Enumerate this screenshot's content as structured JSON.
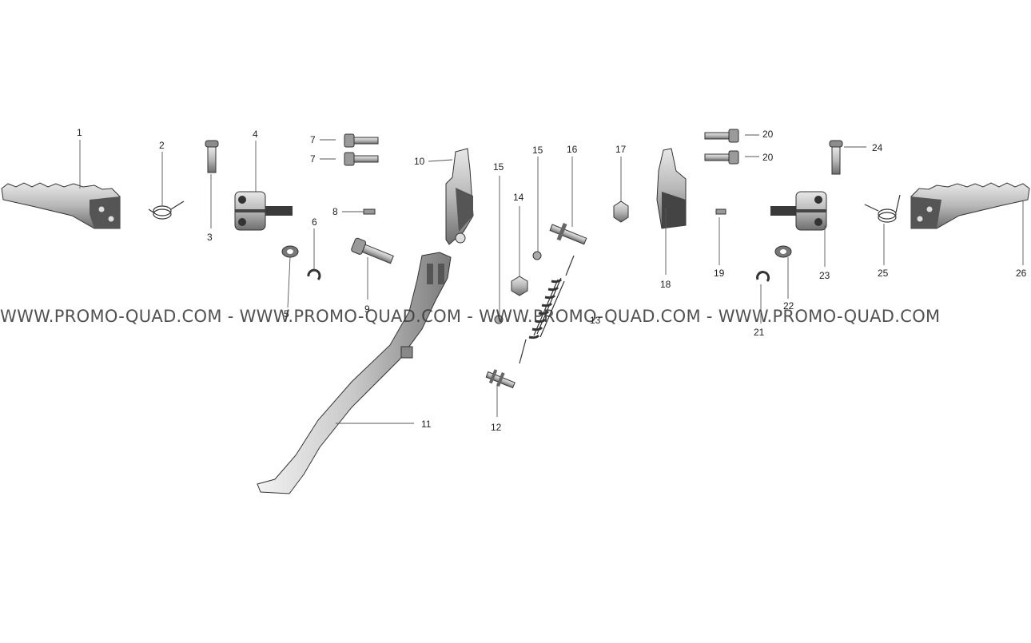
{
  "diagram": {
    "callouts": [
      {
        "id": "c1",
        "label": "1"
      },
      {
        "id": "c2",
        "label": "2"
      },
      {
        "id": "c3",
        "label": "3"
      },
      {
        "id": "c4",
        "label": "4"
      },
      {
        "id": "c5",
        "label": "5"
      },
      {
        "id": "c6",
        "label": "6"
      },
      {
        "id": "c7a",
        "label": "7"
      },
      {
        "id": "c7b",
        "label": "7"
      },
      {
        "id": "c8",
        "label": "8"
      },
      {
        "id": "c9",
        "label": "9"
      },
      {
        "id": "c10",
        "label": "10"
      },
      {
        "id": "c11",
        "label": "11"
      },
      {
        "id": "c12",
        "label": "12"
      },
      {
        "id": "c13",
        "label": "13"
      },
      {
        "id": "c14",
        "label": "14"
      },
      {
        "id": "c15a",
        "label": "15"
      },
      {
        "id": "c15b",
        "label": "15"
      },
      {
        "id": "c16",
        "label": "16"
      },
      {
        "id": "c17",
        "label": "17"
      },
      {
        "id": "c18",
        "label": "18"
      },
      {
        "id": "c19",
        "label": "19"
      },
      {
        "id": "c20a",
        "label": "20"
      },
      {
        "id": "c20b",
        "label": "20"
      },
      {
        "id": "c21",
        "label": "21"
      },
      {
        "id": "c22",
        "label": "22"
      },
      {
        "id": "c23",
        "label": "23"
      },
      {
        "id": "c24",
        "label": "24"
      },
      {
        "id": "c25",
        "label": "25"
      },
      {
        "id": "c26",
        "label": "26"
      }
    ],
    "watermark": "WWW.PROMO-QUAD.COM - WWW.PROMO-QUAD.COM - WWW.PROMO-QUAD.COM - WWW.PROMO-QUAD.COM"
  }
}
